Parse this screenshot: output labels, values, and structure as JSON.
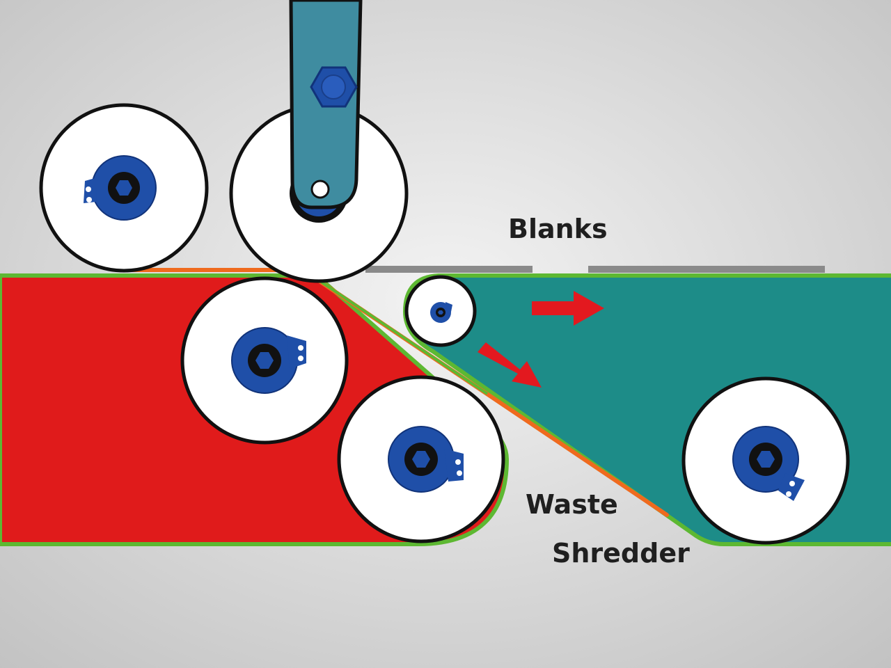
{
  "labels": {
    "blanks": "Blanks",
    "waste": "Waste",
    "shredder": "Shredder"
  },
  "colors": {
    "background_center": "#f2f2f2",
    "background_edge": "#c4c4c4",
    "waste_belt": "#e01b1b",
    "blanks_belt": "#1d8c88",
    "belt_edge": "#5db832",
    "material_strip": "#ef6a1e",
    "blank_pieces": "#8a8a8a",
    "roller": "#ffffff",
    "hub": "#1f4fa8",
    "hub_dark": "#11337a",
    "arm": "#3f8ca0",
    "arrow": "#e3191f",
    "outline": "#111111"
  },
  "icons": {
    "flow_arrow": "arrow-right-icon",
    "hex_bolt": "hex-bolt-icon"
  }
}
